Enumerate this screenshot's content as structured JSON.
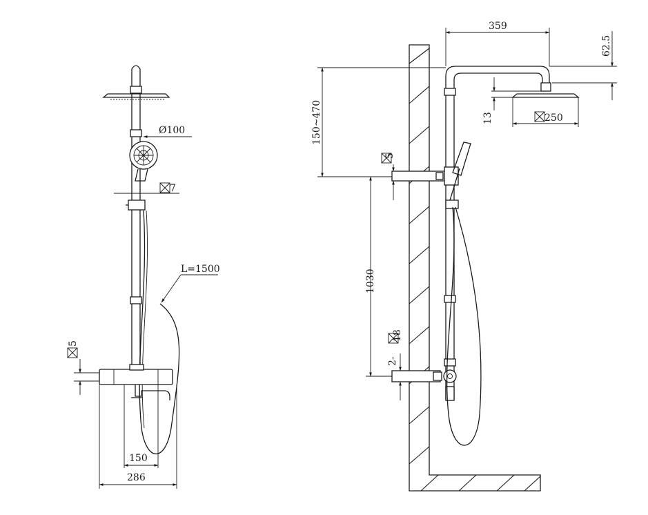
{
  "front_view": {
    "head_diameter": "Ø100",
    "bracket_size": "7",
    "hose_length": "L=1500",
    "inlet_size": "5",
    "inlet_centers": "150",
    "mixer_width": "286"
  },
  "side_view": {
    "arm_reach": "359",
    "arm_rise": "62.5",
    "head_gap": "13",
    "head_size": "250",
    "bracket_size": "5",
    "height_range": "150~470",
    "bracket_height": "1030",
    "inlet_size": "2-",
    "inlet_size2": "18"
  }
}
